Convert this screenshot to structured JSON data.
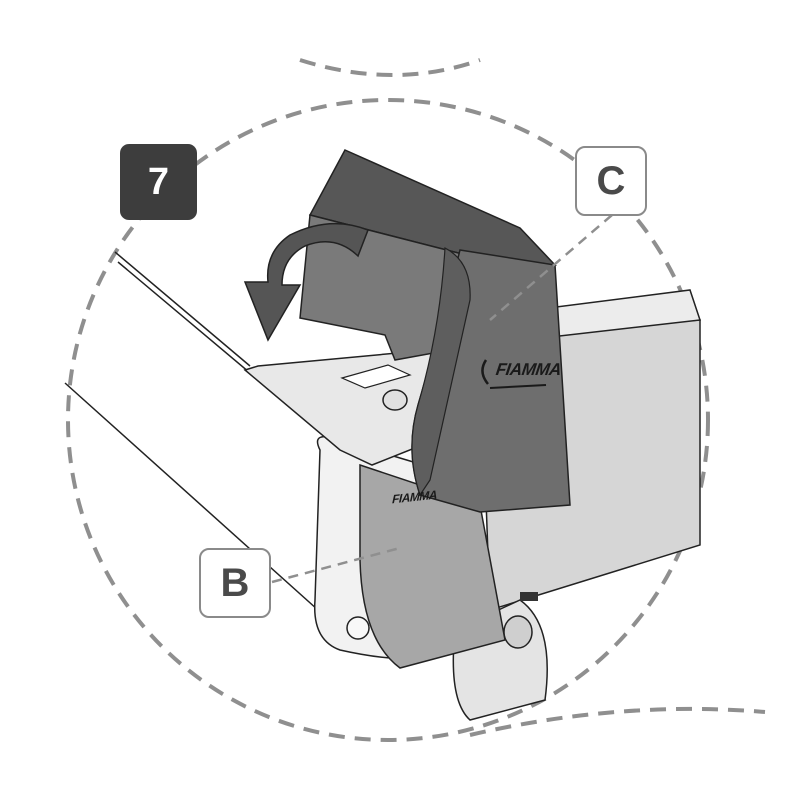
{
  "figure": {
    "step_number": "7",
    "callouts": {
      "c": "C",
      "b": "B"
    },
    "brand_cover": "FIAMMA",
    "brand_end": "FIAMMA"
  },
  "colors": {
    "dark_cover": "#6e6e6e",
    "mid_gray": "#a7a7a7",
    "light_gray": "#d6d6d6",
    "dashed_circle": "#8f8f8f",
    "badge": "#3d3d3d"
  }
}
